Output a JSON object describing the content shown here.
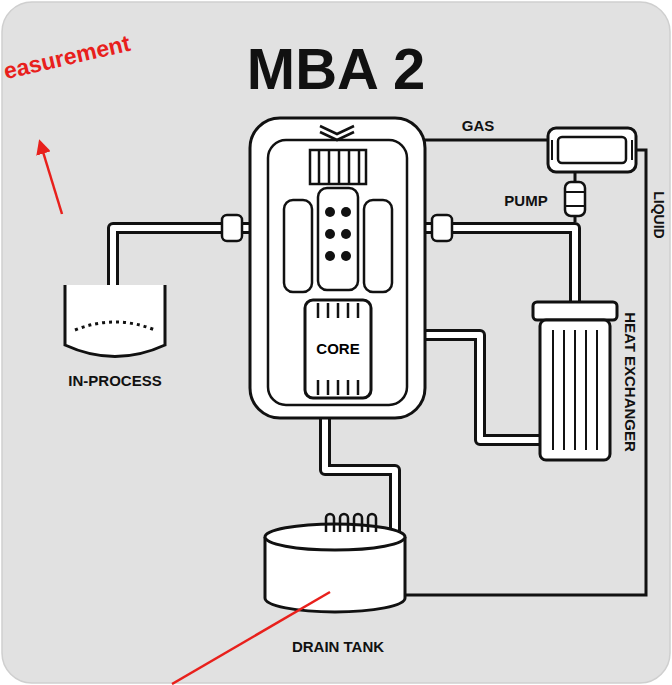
{
  "diagram": {
    "title": "MBA 2",
    "nodes": [
      {
        "text": [
          "CORE"
        ]
      }
    ],
    "labels": [
      "easurement",
      "GAS",
      "PUMP",
      "LIQUID",
      "HEAT EXCHANGER",
      "IN-PROCESS",
      "DRAIN TANK"
    ]
  }
}
